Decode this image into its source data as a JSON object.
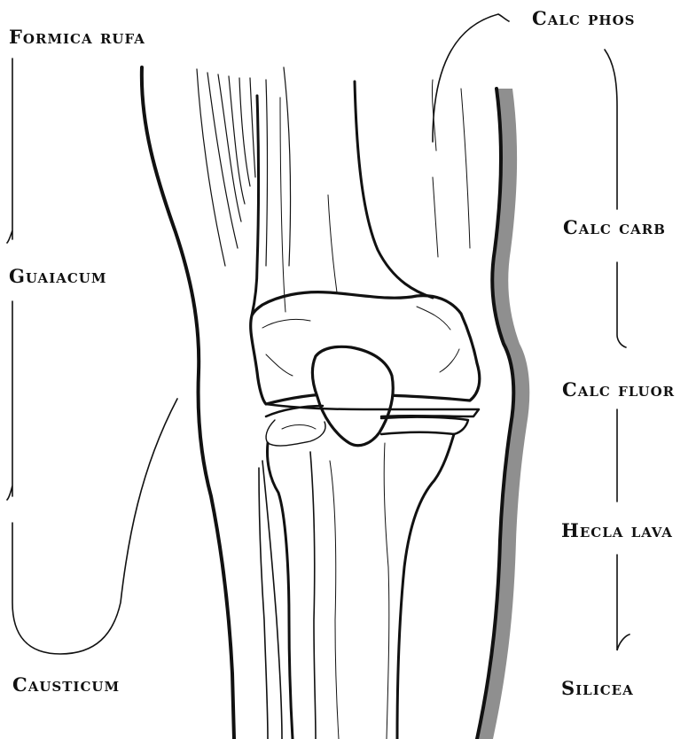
{
  "colors": {
    "ink": "#111111",
    "shade": "#5a5a5a",
    "background": "#ffffff"
  },
  "labels": {
    "formica_rufa": "Formica rufa",
    "guaiacum": "Guaiacum",
    "causticum": "Causticum",
    "calc_phos": "Calc phos",
    "calc_carb": "Calc carb",
    "calc_fluor": "Calc fluor",
    "hecla_lava": "Hecla lava",
    "silicea": "Silicea"
  }
}
